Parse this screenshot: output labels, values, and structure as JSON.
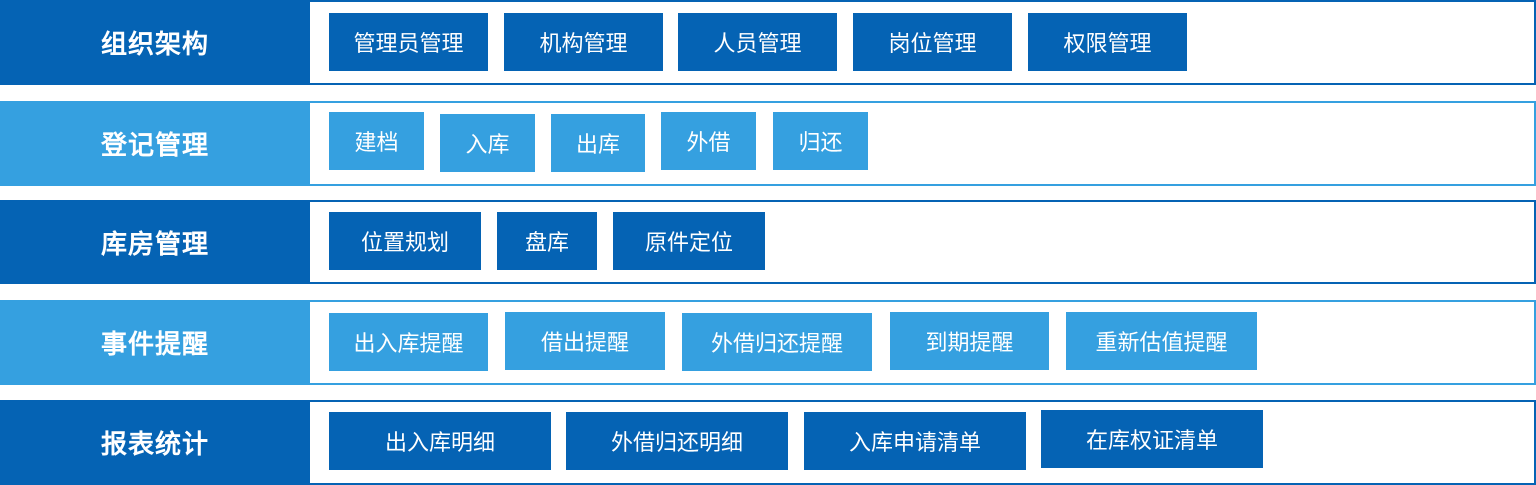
{
  "colors": {
    "dark_blue": "#0563b4",
    "light_blue": "#35a0e0"
  },
  "rows": [
    {
      "label": "组织架构",
      "items": [
        "管理员管理",
        "机构管理",
        "人员管理",
        "岗位管理",
        "权限管理"
      ]
    },
    {
      "label": "登记管理",
      "items": [
        "建档",
        "入库",
        "出库",
        "外借",
        "归还"
      ]
    },
    {
      "label": "库房管理",
      "items": [
        "位置规划",
        "盘库",
        "原件定位"
      ]
    },
    {
      "label": "事件提醒",
      "items": [
        "出入库提醒",
        "借出提醒",
        "外借归还提醒",
        "到期提醒",
        "重新估值提醒"
      ]
    },
    {
      "label": "报表统计",
      "items": [
        "出入库明细",
        "外借归还明细",
        "入库申请清单",
        "在库权证清单"
      ]
    }
  ]
}
